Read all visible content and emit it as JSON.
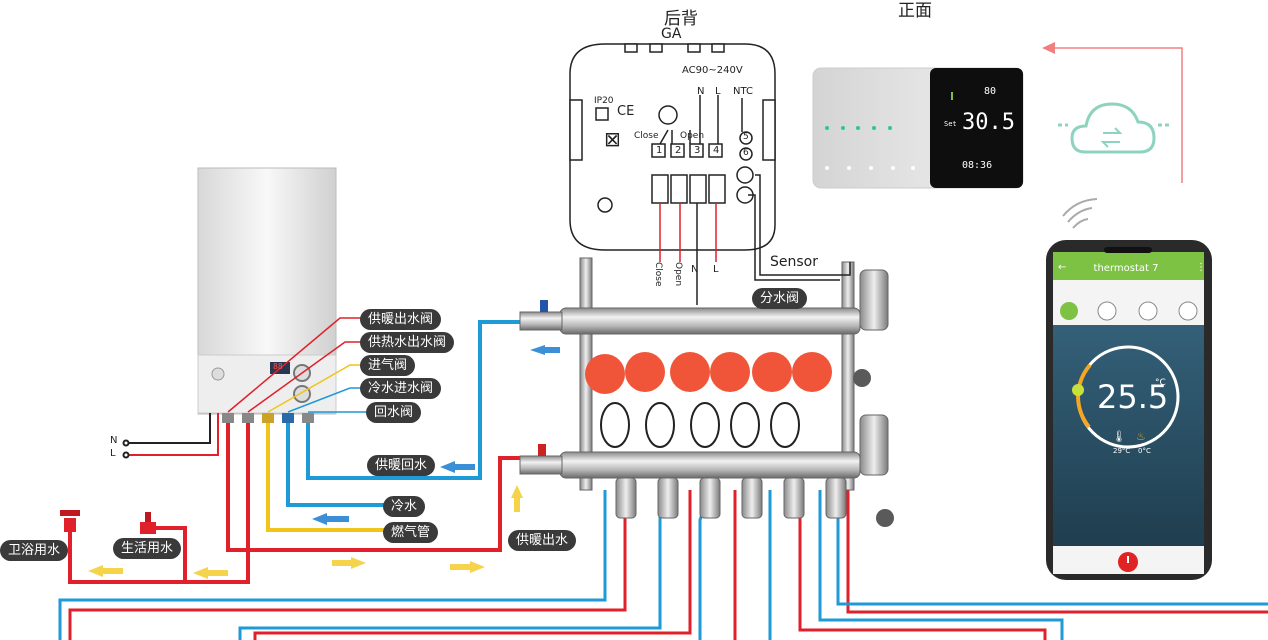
{
  "headers": {
    "back": "后背",
    "front": "正面",
    "model": "GA"
  },
  "controller": {
    "voltage": "AC90~240V",
    "ip": "IP20",
    "ce": "CE",
    "n_label": "N",
    "l_label": "L",
    "ntc_label": "NTC",
    "close_label": "Close",
    "open_label": "Open",
    "terminals": [
      "1",
      "2",
      "3",
      "4"
    ],
    "ntc_terminals": [
      "5",
      "6"
    ],
    "wire_close": "Close",
    "wire_open": "Open",
    "wire_n": "N",
    "wire_l": "L",
    "sensor": "Sensor"
  },
  "thermostat": {
    "set_temp": "30.5",
    "room_temp": "80",
    "clock": "08:36",
    "set_label": "Set"
  },
  "boiler": {
    "n_label": "N",
    "l_label": "L",
    "display": "88"
  },
  "labels": {
    "heating_out_valve": "供暖出水阀",
    "hot_water_out_valve": "供热水出水阀",
    "gas_valve": "进气阀",
    "cold_in_valve": "冷水进水阀",
    "return_valve": "回水阀",
    "heating_return": "供暖回水",
    "cold_water": "冷水",
    "gas_pipe": "燃气管",
    "heating_out": "供暖出水",
    "distributor": "分水阀",
    "bath_water": "卫浴用水",
    "domestic_water": "生活用水"
  },
  "phone": {
    "app_title": "thermostat 7",
    "temperature": "25.5",
    "unit": "°C",
    "low1": "29°C",
    "low2": "0°C"
  },
  "colors": {
    "hot_pipe": "#e0202a",
    "cold_pipe": "#1e9ad6",
    "gas_pipe": "#f0c419",
    "arrow_hot": "#f5d34a",
    "arrow_cold": "#3a8fd6",
    "valve_red": "#f0553a",
    "app_green": "#7dc242",
    "wifi_link": "#f08080"
  }
}
